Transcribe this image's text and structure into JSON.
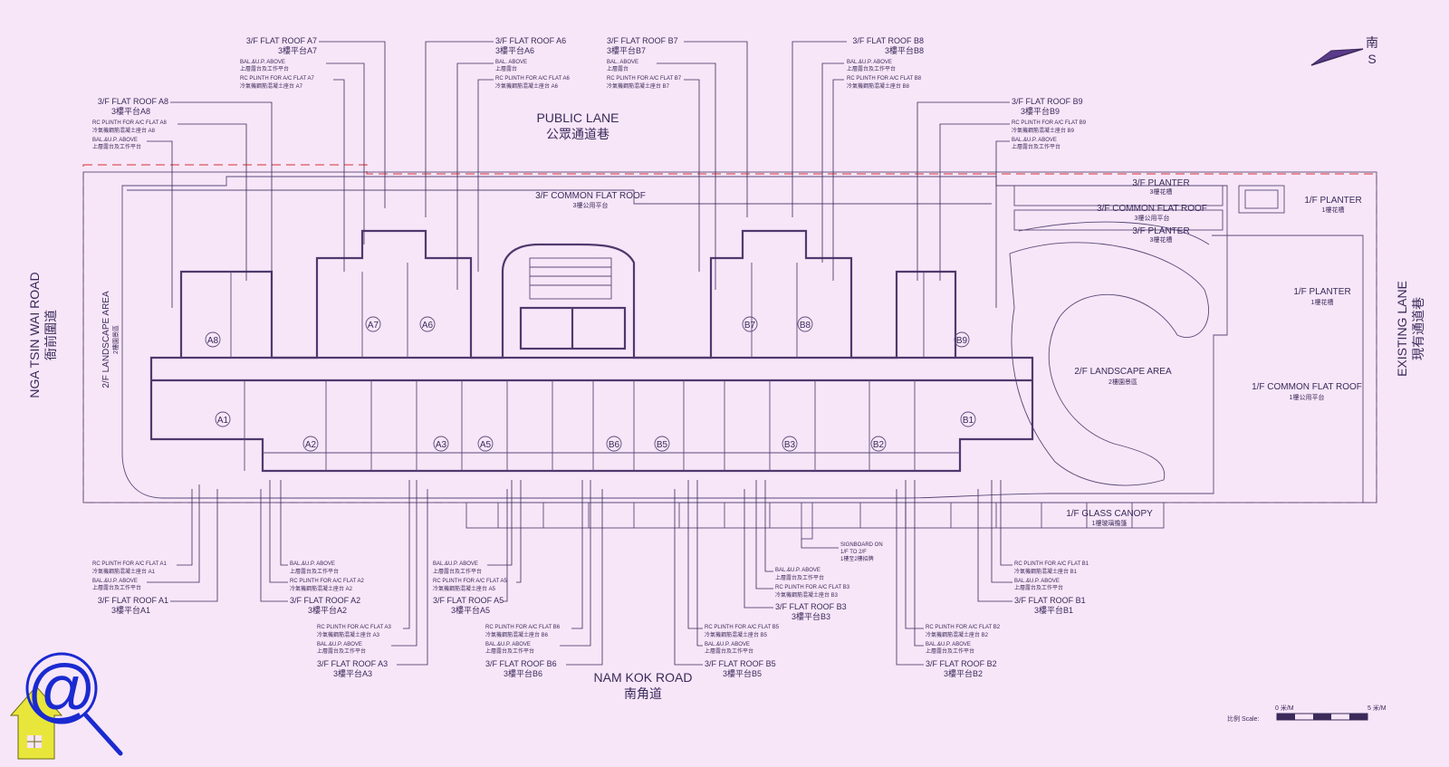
{
  "north_arrow": {
    "label_cn": "南",
    "label_en": "S"
  },
  "roads": {
    "public_lane_en": "PUBLIC LANE",
    "public_lane_cn": "公眾通道巷",
    "nga_tsin_wai_en": "NGA TSIN WAI ROAD",
    "nga_tsin_wai_cn": "衙前圍道",
    "existing_lane_en": "EXISTING LANE",
    "existing_lane_cn": "現有通道巷",
    "nam_kok_en": "NAM KOK ROAD",
    "nam_kok_cn": "南角道"
  },
  "areas": {
    "common_flat_roof_3f_en": "3/F COMMON FLAT ROOF",
    "common_flat_roof_3f_cn": "3樓公用平台",
    "landscape_2f_left_en": "2/F LANDSCAPE AREA",
    "landscape_2f_left_cn": "2樓園景區",
    "planter_3f_top_en": "3/F PLANTER",
    "planter_3f_top_cn": "3樓花槽",
    "common_flat_roof_3f_right_en": "3/F COMMON FLAT ROOF",
    "common_flat_roof_3f_right_cn": "3樓公用平台",
    "planter_3f_bot_en": "3/F PLANTER",
    "planter_3f_bot_cn": "3樓花槽",
    "planter_1f_top_en": "1/F PLANTER",
    "planter_1f_top_cn": "1樓花槽",
    "planter_1f_mid_en": "1/F PLANTER",
    "planter_1f_mid_cn": "1樓花槽",
    "landscape_2f_right_en": "2/F LANDSCAPE AREA",
    "landscape_2f_right_cn": "2樓園景區",
    "common_flat_roof_1f_en": "1/F COMMON FLAT ROOF",
    "common_flat_roof_1f_cn": "1樓公用平台",
    "glass_canopy_en": "1/F GLASS CANOPY",
    "glass_canopy_cn": "1樓玻璃檐篷",
    "signboard_l1": "SIGNBOARD ON",
    "signboard_l2": "1/F TO 2/F",
    "signboard_l3": "1樓至2樓招牌"
  },
  "flats": {
    "a1": "A1",
    "a2": "A2",
    "a3": "A3",
    "a5": "A5",
    "a6": "A6",
    "a7": "A7",
    "a8": "A8",
    "b1": "B1",
    "b2": "B2",
    "b3": "B3",
    "b5": "B5",
    "b6": "B6",
    "b7": "B7",
    "b8": "B8",
    "b9": "B9"
  },
  "callouts_top": {
    "a7": {
      "roof_en": "3/F FLAT ROOF A7",
      "roof_cn": "3樓平台A7",
      "bal_en": "BAL.&U.P. ABOVE",
      "bal_cn": "上層露台及工作平台",
      "rc_en": "RC PLINTH FOR A/C FLAT A7",
      "rc_cn": "冷氣機鋼筋混凝土座台 A7"
    },
    "a6": {
      "roof_en": "3/F FLAT ROOF A6",
      "roof_cn": "3樓平台A6",
      "bal_en": "BAL. ABOVE",
      "bal_cn": "上層露台",
      "rc_en": "RC PLINTH FOR A/C FLAT A6",
      "rc_cn": "冷氣機鋼筋混凝土座台 A6"
    },
    "b7": {
      "roof_en": "3/F FLAT ROOF B7",
      "roof_cn": "3樓平台B7",
      "bal_en": "BAL. ABOVE",
      "bal_cn": "上層露台",
      "rc_en": "RC PLINTH FOR A/C FLAT B7",
      "rc_cn": "冷氣機鋼筋混凝土座台 B7"
    },
    "b8": {
      "roof_en": "3/F FLAT ROOF B8",
      "roof_cn": "3樓平台B8",
      "bal_en": "BAL.&U.P. ABOVE",
      "bal_cn": "上層露台及工作平台",
      "rc_en": "RC PLINTH FOR A/C FLAT B8",
      "rc_cn": "冷氣機鋼筋混凝土座台 B8"
    },
    "a8": {
      "roof_en": "3/F FLAT ROOF A8",
      "roof_cn": "3樓平台A8",
      "rc_en": "RC PLINTH FOR A/C FLAT A8",
      "rc_cn": "冷氣機鋼筋混凝土座台 A8",
      "bal_en": "BAL.&U.P. ABOVE",
      "bal_cn": "上層露台及工作平台"
    },
    "b9": {
      "roof_en": "3/F FLAT ROOF B9",
      "roof_cn": "3樓平台B9",
      "rc_en": "RC PLINTH FOR A/C FLAT B9",
      "rc_cn": "冷氣機鋼筋混凝土座台 B9",
      "bal_en": "BAL.&U.P. ABOVE",
      "bal_cn": "上層露台及工作平台"
    }
  },
  "callouts_bottom": {
    "a1": {
      "rc_en": "RC PLINTH FOR A/C FLAT A1",
      "rc_cn": "冷氣機鋼筋混凝土座台 A1",
      "bal_en": "BAL.&U.P. ABOVE",
      "bal_cn": "上層露台及工作平台",
      "roof_en": "3/F FLAT ROOF A1",
      "roof_cn": "3樓平台A1"
    },
    "a2": {
      "bal_en": "BAL.&U.P. ABOVE",
      "bal_cn": "上層露台及工作平台",
      "rc_en": "RC PLINTH FOR A/C FLAT A2",
      "rc_cn": "冷氣機鋼筋混凝土座台 A2",
      "roof_en": "3/F FLAT ROOF A2",
      "roof_cn": "3樓平台A2"
    },
    "a3": {
      "rc_en": "RC PLINTH FOR A/C FLAT A3",
      "rc_cn": "冷氣機鋼筋混凝土座台 A3",
      "bal_en": "BAL.&U.P. ABOVE",
      "bal_cn": "上層露台及工作平台",
      "roof_en": "3/F FLAT ROOF A3",
      "roof_cn": "3樓平台A3"
    },
    "a5": {
      "bal_en": "BAL.&U.P. ABOVE",
      "bal_cn": "上層露台及工作平台",
      "rc_en": "RC PLINTH FOR A/C FLAT A5",
      "rc_cn": "冷氣機鋼筋混凝土座台 A5",
      "roof_en": "3/F FLAT ROOF A5",
      "roof_cn": "3樓平台A5"
    },
    "b6": {
      "rc_en": "RC PLINTH FOR A/C FLAT B6",
      "rc_cn": "冷氣機鋼筋混凝土座台 B6",
      "bal_en": "BAL.&U.P. ABOVE",
      "bal_cn": "上層露台及工作平台",
      "roof_en": "3/F FLAT ROOF B6",
      "roof_cn": "3樓平台B6"
    },
    "b5": {
      "rc_en": "RC PLINTH FOR A/C FLAT B5",
      "rc_cn": "冷氣機鋼筋混凝土座台 B5",
      "bal_en": "BAL.&U.P. ABOVE",
      "bal_cn": "上層露台及工作平台",
      "roof_en": "3/F FLAT ROOF B5",
      "roof_cn": "3樓平台B5"
    },
    "b3": {
      "bal_en": "BAL.&U.P. ABOVE",
      "bal_cn": "上層露台及工作平台",
      "rc_en": "RC PLINTH FOR A/C FLAT B3",
      "rc_cn": "冷氣機鋼筋混凝土座台 B3",
      "roof_en": "3/F FLAT ROOF B3",
      "roof_cn": "3樓平台B3"
    },
    "b2": {
      "rc_en": "RC PLINTH FOR A/C FLAT B2",
      "rc_cn": "冷氣機鋼筋混凝土座台 B2",
      "bal_en": "BAL.&U.P. ABOVE",
      "bal_cn": "上層露台及工作平台",
      "roof_en": "3/F FLAT ROOF B2",
      "roof_cn": "3樓平台B2"
    },
    "b1": {
      "rc_en": "RC PLINTH FOR A/C FLAT B1",
      "rc_cn": "冷氣機鋼筋混凝土座台 B1",
      "bal_en": "BAL.&U.P. ABOVE",
      "bal_cn": "上層露台及工作平台",
      "roof_en": "3/F FLAT ROOF B1",
      "roof_cn": "3樓平台B1"
    }
  },
  "scale": {
    "label": "比例 Scale:",
    "zero": "0 米/M",
    "five": "5 米/M"
  },
  "colors": {
    "background": "#f7e6f8",
    "ink": "#3b2a5a",
    "boundary": "#d7302f",
    "logo_blue": "#1a2ad0",
    "logo_yellow": "#e8e63a"
  }
}
